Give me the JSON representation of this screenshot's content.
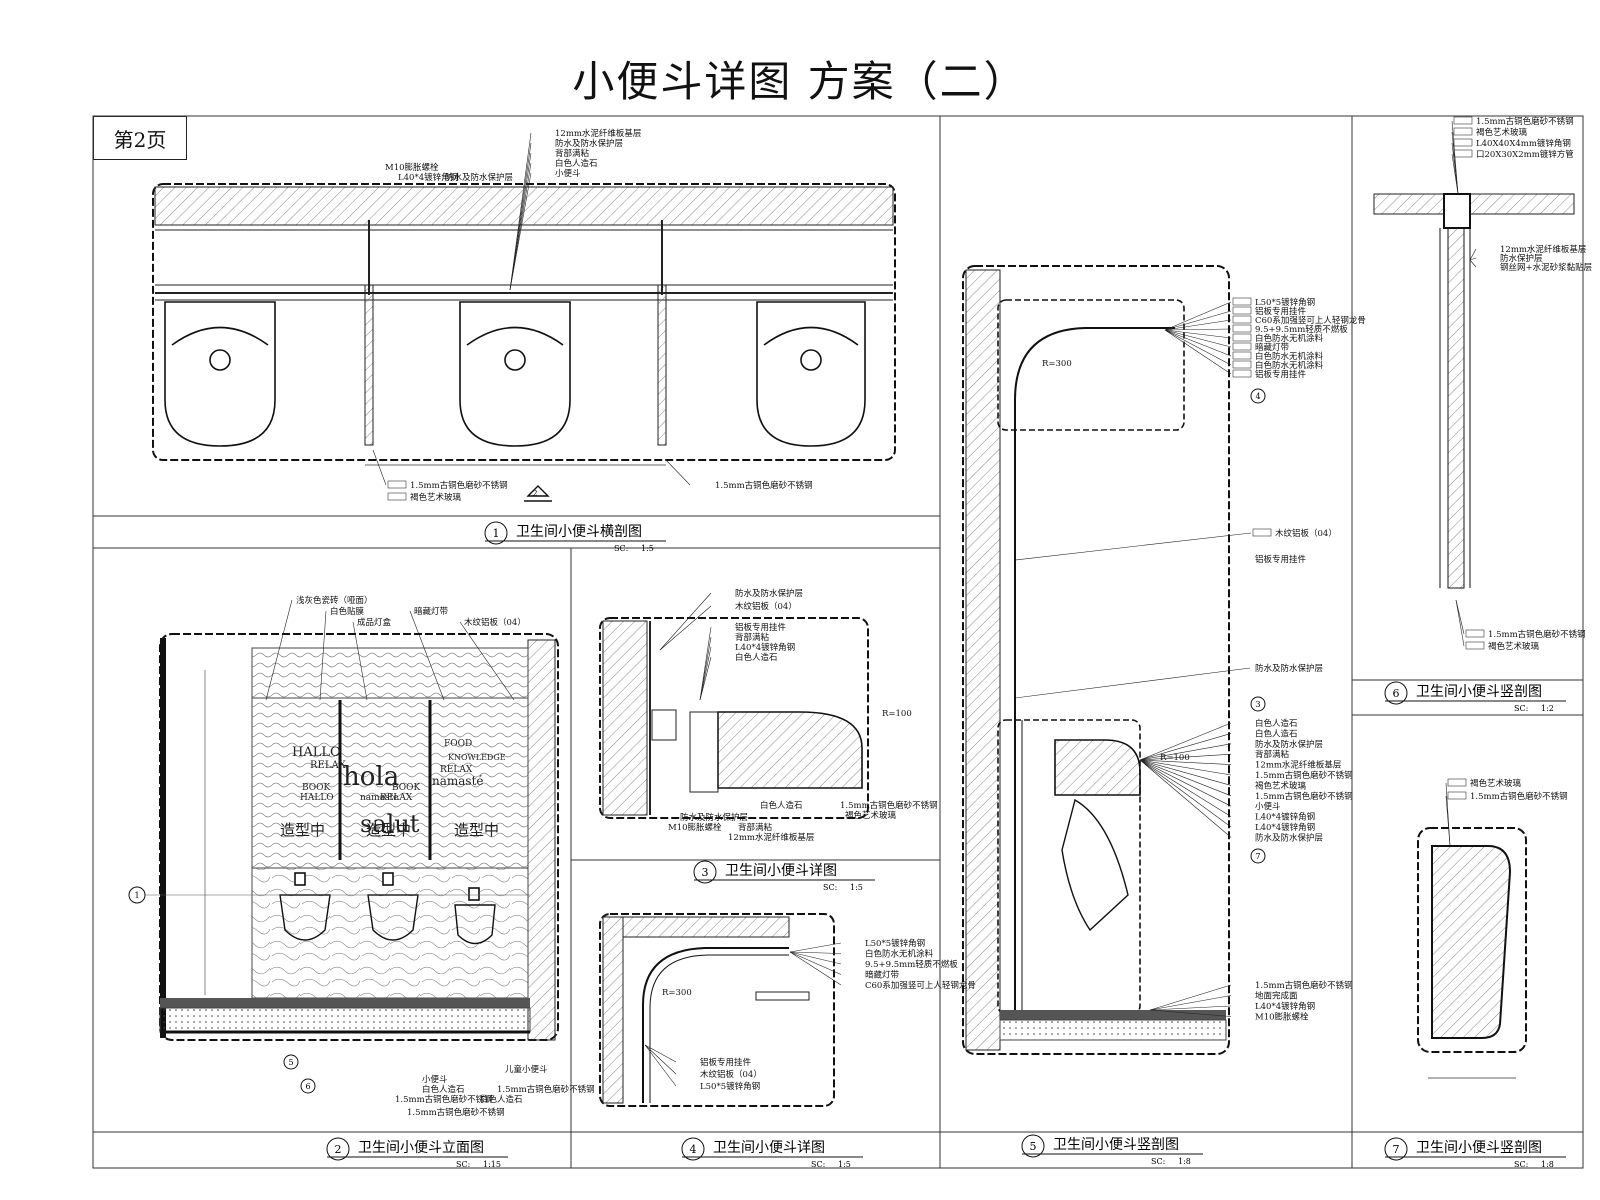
{
  "title": "小便斗详图 方案（二）",
  "page_label": "第2页",
  "views": [
    {
      "num": "1",
      "name": "卫生间小便斗横剖图",
      "scale_label": "SC:",
      "scale": "1:5"
    },
    {
      "num": "2",
      "name": "卫生间小便斗立面图",
      "scale_label": "SC:",
      "scale": "1:15"
    },
    {
      "num": "3",
      "name": "卫生间小便斗详图",
      "scale_label": "SC:",
      "scale": "1:5"
    },
    {
      "num": "4",
      "name": "卫生间小便斗详图",
      "scale_label": "SC:",
      "scale": "1:5"
    },
    {
      "num": "5",
      "name": "卫生间小便斗竖剖图",
      "scale_label": "SC:",
      "scale": "1:8"
    },
    {
      "num": "6",
      "name": "卫生间小便斗竖剖图",
      "scale_label": "SC:",
      "scale": "1:2"
    },
    {
      "num": "7",
      "name": "卫生间小便斗竖剖图",
      "scale_label": "SC:",
      "scale": "1:8"
    }
  ],
  "view1_notes": [
    "12mm水泥纤维板基层",
    "防水及防水保护层",
    "背部满粘",
    "白色人造石",
    "小便斗",
    "M10膨胀螺栓",
    "L40*4镀锌角钢",
    "防水及防水保护层"
  ],
  "view1_bottom": [
    "1.5mm古铜色磨砂不锈钢",
    "褐色艺术玻璃",
    "1.5mm古铜色磨砂不锈钢"
  ],
  "view2_notes": [
    "浅灰色瓷砖（哑面）",
    "白色贴膜",
    "成品灯盒",
    "暗藏灯带",
    "木纹铝板（04）"
  ],
  "view2_bottom": [
    "小便斗",
    "白色人造石",
    "1.5mm古铜色磨砂不锈钢",
    "儿童小便斗",
    "1.5mm古铜色磨砂不锈钢",
    "白色人造石",
    "1.5mm古铜色磨砂不锈钢"
  ],
  "view2_wall": {
    "words": [
      "HALLO",
      "RELAX",
      "hola",
      "namaste",
      "salut",
      "BOOK",
      "RELAX",
      "HALLO",
      "FOOD",
      "KNOWLEDGE",
      "namasté",
      "RELAX",
      "BOOK",
      "造型中",
      "造型中",
      "造型中"
    ]
  },
  "view3_notes_top": [
    "防水及防水保护层",
    "木纹铝板（04）",
    "铝板专用挂件",
    "背部满粘",
    "L40*4镀锌角钢",
    "白色人造石"
  ],
  "view3_notes_bottom": [
    "白色人造石",
    "防水及防水保护层",
    "M10膨胀螺栓",
    "背部满粘",
    "12mm水泥纤维板基层",
    "1.5mm古铜色磨砂不锈钢",
    "褐色艺术玻璃"
  ],
  "view3_radius": "R=100",
  "view4_notes": [
    "L50*5镀锌角钢",
    "白色防水无机涂料",
    "9.5+9.5mm轻质不燃板",
    "暗藏灯带",
    "C60系加强竖可上人轻钢龙骨"
  ],
  "view4_bottom": [
    "铝板专用挂件",
    "木纹铝板（04）",
    "L50*5镀锌角钢"
  ],
  "view4_radius": "R=300",
  "view5_notes_top": [
    "L50*5镀锌角钢",
    "铝板专用挂件",
    "C60系加强竖可上人轻钢龙骨",
    "9.5+9.5mm轻质不燃板",
    "白色防水无机涂料",
    "暗藏灯带",
    "白色防水无机涂料",
    "白色防水无机涂料",
    "铝板专用挂件"
  ],
  "view5_notes_mid": [
    "木纹铝板（04）",
    "铝板专用挂件",
    "防水及防水保护层"
  ],
  "view5_notes_lower": [
    "白色人造石",
    "白色人造石",
    "防水及防水保护层",
    "背部满粘",
    "12mm水泥纤维板基层",
    "1.5mm古铜色磨砂不锈钢",
    "褐色艺术玻璃",
    "1.5mm古铜色磨砂不锈钢",
    "小便斗",
    "L40*4镀锌角钢",
    "L40*4镀锌角钢",
    "防水及防水保护层"
  ],
  "view5_notes_bottom": [
    "1.5mm古铜色磨砂不锈钢",
    "地面完成面",
    "L40*4镀锌角钢",
    "M10膨胀螺栓"
  ],
  "view5_radius_top": "R=300",
  "view5_radius_low": "R=100",
  "view6_notes_top": [
    "1.5mm古铜色磨砂不锈钢",
    "褐色艺术玻璃",
    "L40X40X4mm镀锌角钢",
    "口20X30X2mm镀锌方管"
  ],
  "view6_notes_mid": [
    "12mm水泥纤维板基层",
    "防水保护层",
    "钢丝网+水泥砂浆黏贴层"
  ],
  "view6_notes_bottom": [
    "1.5mm古铜色磨砂不锈钢",
    "褐色艺术玻璃"
  ],
  "view7_notes": [
    "褐色艺术玻璃",
    "1.5mm古铜色磨砂不锈钢"
  ],
  "section_marks": {
    "v1_arrow": "2",
    "v2_left": "1",
    "v2_b1": "5",
    "v2_b2": "6",
    "v5_a": "4",
    "v5_b": "3",
    "v5_c": "7"
  }
}
